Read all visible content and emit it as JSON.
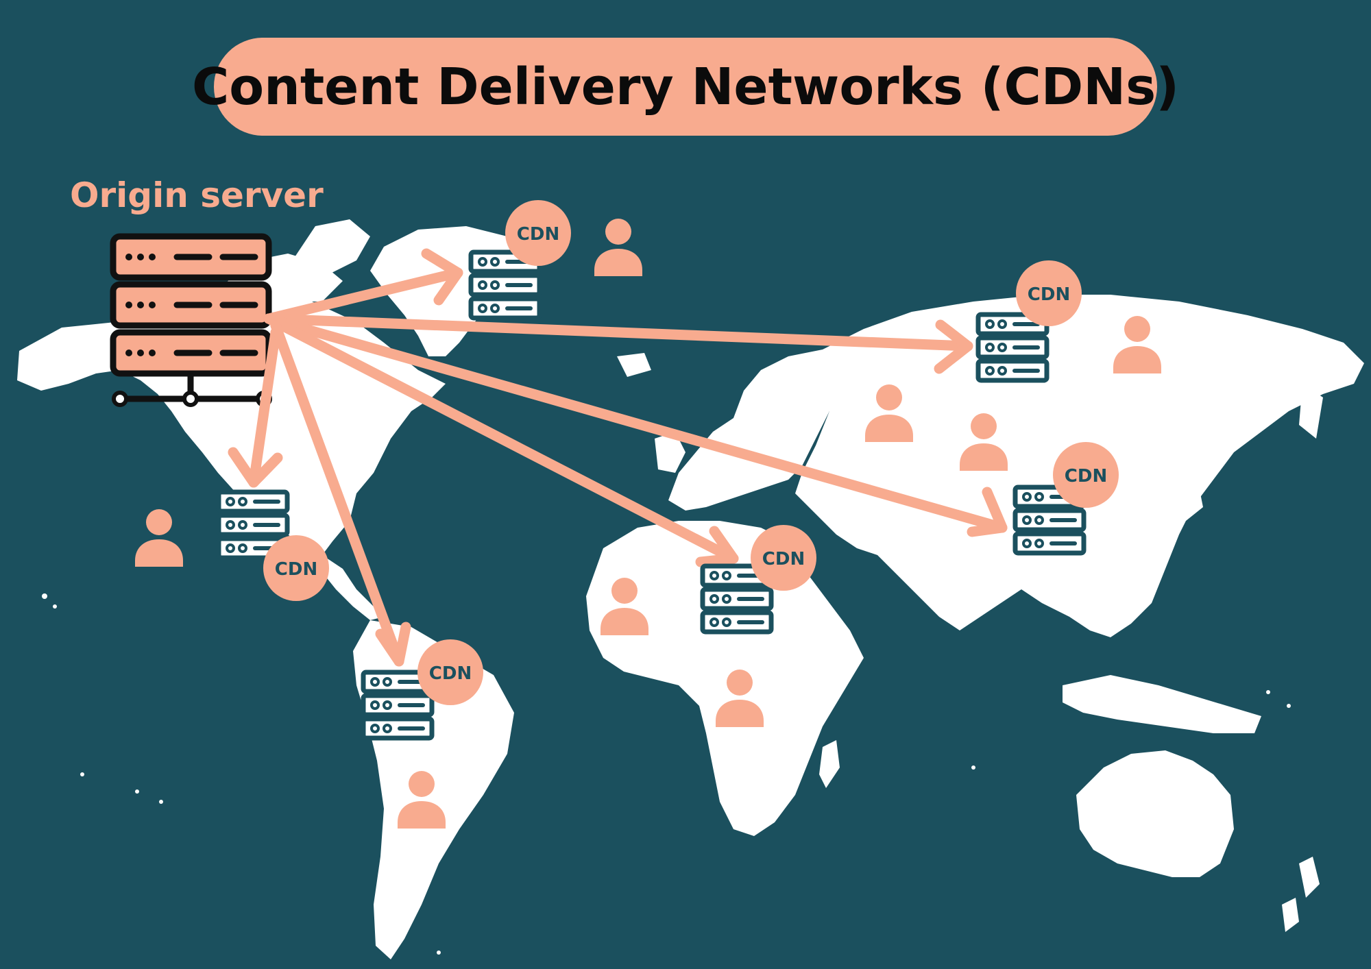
{
  "title": "Content Delivery Networks (CDNs)",
  "origin_label": "Origin server",
  "cdn_label": "CDN",
  "colors": {
    "background": "#1b505e",
    "accent": "#f8ab8f",
    "land": "#ffffff",
    "icon_outline": "#1b505e",
    "origin_outline": "#111111"
  },
  "icons": {
    "origin": "server-rack-icon",
    "edge": "server-icon",
    "user": "user-icon"
  }
}
